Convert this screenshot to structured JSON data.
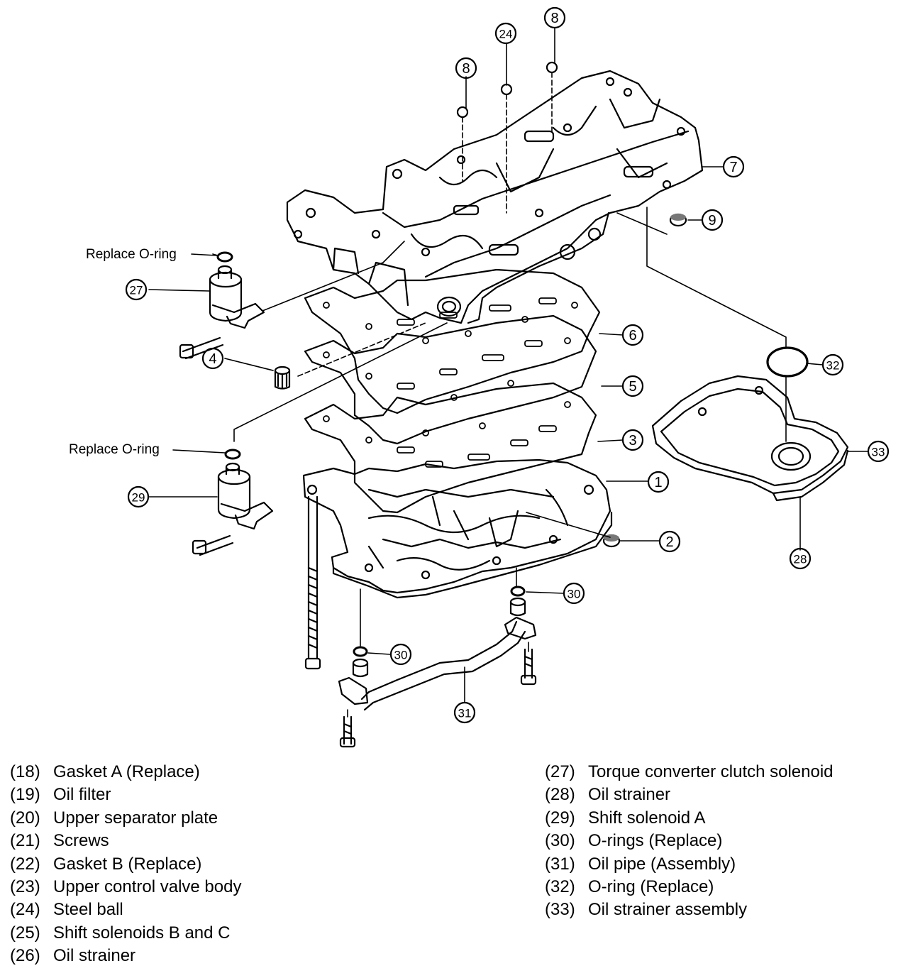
{
  "callouts": {
    "c1": "1",
    "c2": "2",
    "c3": "3",
    "c4": "4",
    "c5": "5",
    "c6": "6",
    "c7": "7",
    "c8a": "8",
    "c8b": "8",
    "c9": "9",
    "c24": "24",
    "c27": "27",
    "c28": "28",
    "c29": "29",
    "c30a": "30",
    "c30b": "30",
    "c31": "31",
    "c32": "32",
    "c33": "33"
  },
  "notes": {
    "replace_oring_top": "Replace O-ring",
    "replace_oring_bottom": "Replace O-ring"
  },
  "legend": {
    "left": [
      {
        "num": "(18)",
        "text": "Gasket A (Replace)"
      },
      {
        "num": "(19)",
        "text": "Oil filter"
      },
      {
        "num": "(20)",
        "text": "Upper separator plate"
      },
      {
        "num": "(21)",
        "text": "Screws"
      },
      {
        "num": "(22)",
        "text": "Gasket B (Replace)"
      },
      {
        "num": "(23)",
        "text": "Upper control valve body"
      },
      {
        "num": "(24)",
        "text": "Steel ball"
      },
      {
        "num": "(25)",
        "text": "Shift solenoids B and C"
      },
      {
        "num": "(26)",
        "text": "Oil strainer"
      }
    ],
    "right": [
      {
        "num": "(27)",
        "text": "Torque converter clutch solenoid"
      },
      {
        "num": "(28)",
        "text": "Oil strainer"
      },
      {
        "num": "(29)",
        "text": "Shift solenoid A"
      },
      {
        "num": "(30)",
        "text": "O-rings (Replace)"
      },
      {
        "num": "(31)",
        "text": "Oil pipe (Assembly)"
      },
      {
        "num": "(32)",
        "text": "O-ring (Replace)"
      },
      {
        "num": "(33)",
        "text": "Oil strainer assembly"
      }
    ]
  }
}
